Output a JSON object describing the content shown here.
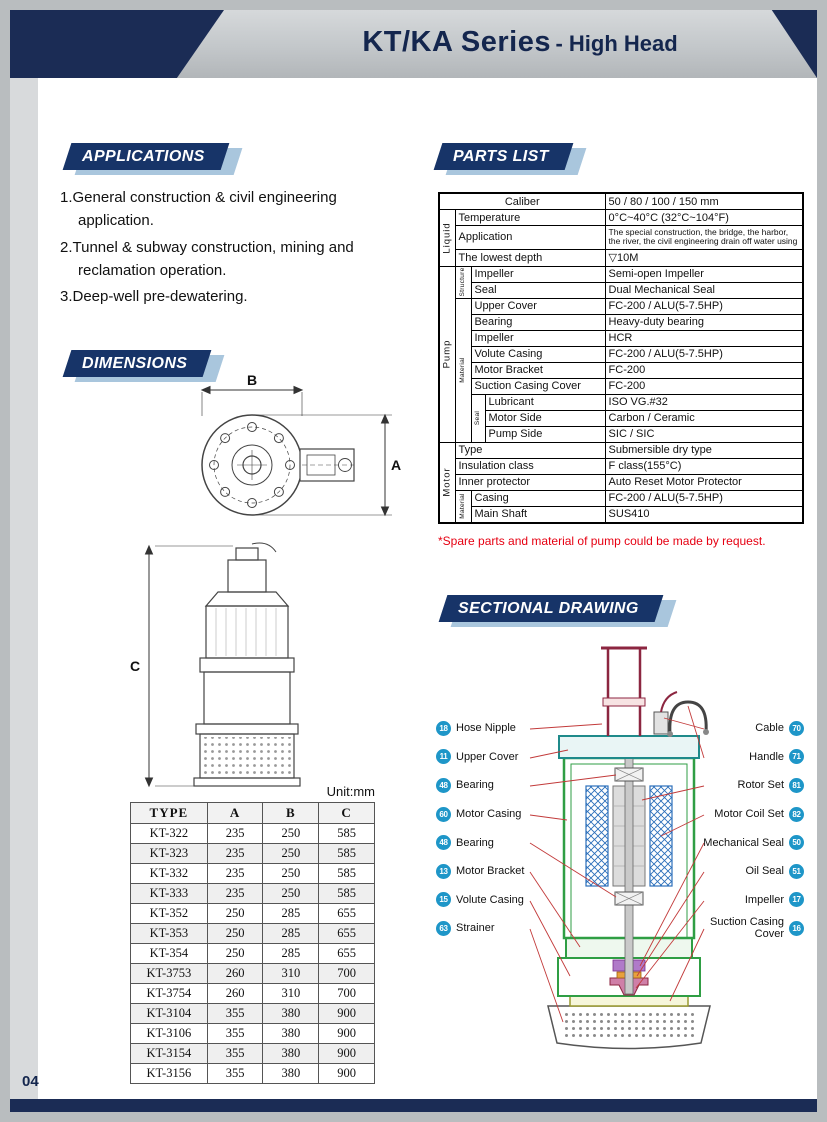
{
  "colors": {
    "navy": "#1b2c55",
    "title-navy": "#14264e",
    "banner-navy": "#173468",
    "banner-shadow": "#a9c6dd",
    "note-red": "#e60012",
    "badge-blue": "#1e96c8",
    "leader-red": "#c23a3a"
  },
  "header": {
    "title_main": "KT/KA Series",
    "title_sub": "- High Head"
  },
  "footer": {
    "page_number": "04"
  },
  "applications": {
    "heading": "APPLICATIONS",
    "items": [
      "1.General construction & civil engineering application.",
      "2.Tunnel & subway construction, mining and reclamation operation.",
      "3.Deep-well pre-dewatering."
    ]
  },
  "parts": {
    "heading": "PARTS LIST",
    "note": "*Spare parts and material of pump could be made by request.",
    "caliber": {
      "label": "Caliber",
      "value": "50 / 80 / 100 / 150 mm"
    },
    "liquid": {
      "group": "Liquid",
      "temperature": {
        "label": "Temperature",
        "value": "0°C~40°C (32°C~104°F)"
      },
      "application": {
        "label": "Application",
        "value": "The special construction, the bridge, the harbor, the river, the civil engineering drain off water using"
      },
      "lowest_depth": {
        "label": "The lowest depth",
        "value": "▽10M"
      }
    },
    "pump": {
      "group": "Pump",
      "structure": {
        "group": "Structure",
        "impeller": {
          "label": "Impeller",
          "value": "Semi-open Impeller"
        },
        "seal": {
          "label": "Seal",
          "value": "Dual Mechanical Seal"
        }
      },
      "material": {
        "group": "Material",
        "upper_cover": {
          "label": "Upper Cover",
          "value": "FC-200 / ALU(5-7.5HP)"
        },
        "bearing": {
          "label": "Bearing",
          "value": "Heavy-duty bearing"
        },
        "impeller": {
          "label": "Impeller",
          "value": "HCR"
        },
        "volute_casing": {
          "label": "Volute Casing",
          "value": "FC-200 / ALU(5-7.5HP)"
        },
        "motor_bracket": {
          "label": "Motor Bracket",
          "value": "FC-200"
        },
        "suction_casing_cover": {
          "label": "Suction Casing Cover",
          "value": "FC-200"
        },
        "seal": {
          "group": "Seal",
          "lubricant": {
            "label": "Lubricant",
            "value": "ISO VG.#32"
          },
          "motor_side": {
            "label": "Motor Side",
            "value": "Carbon / Ceramic"
          },
          "pump_side": {
            "label": "Pump Side",
            "value": "SIC / SIC"
          }
        }
      }
    },
    "motor": {
      "group": "Motor",
      "type": {
        "label": "Type",
        "value": "Submersible dry type"
      },
      "insulation": {
        "label": "Insulation class",
        "value": "F class(155°C)"
      },
      "protector": {
        "label": "Inner protector",
        "value": "Auto Reset Motor Protector"
      },
      "material": {
        "group": "Material",
        "casing": {
          "label": "Casing",
          "value": "FC-200 / ALU(5-7.5HP)"
        },
        "main_shaft": {
          "label": "Main Shaft",
          "value": "SUS410"
        }
      }
    }
  },
  "dimensions": {
    "heading": "DIMENSIONS",
    "unit": "Unit:mm",
    "labels": {
      "a": "A",
      "b": "B",
      "c": "C"
    },
    "table": {
      "headers": [
        "TYPE",
        "A",
        "B",
        "C"
      ],
      "rows": [
        [
          "KT-322",
          "235",
          "250",
          "585"
        ],
        [
          "KT-323",
          "235",
          "250",
          "585"
        ],
        [
          "KT-332",
          "235",
          "250",
          "585"
        ],
        [
          "KT-333",
          "235",
          "250",
          "585"
        ],
        [
          "KT-352",
          "250",
          "285",
          "655"
        ],
        [
          "KT-353",
          "250",
          "285",
          "655"
        ],
        [
          "KT-354",
          "250",
          "285",
          "655"
        ],
        [
          "KT-3753",
          "260",
          "310",
          "700"
        ],
        [
          "KT-3754",
          "260",
          "310",
          "700"
        ],
        [
          "KT-3104",
          "355",
          "380",
          "900"
        ],
        [
          "KT-3106",
          "355",
          "380",
          "900"
        ],
        [
          "KT-3154",
          "355",
          "380",
          "900"
        ],
        [
          "KT-3156",
          "355",
          "380",
          "900"
        ]
      ]
    }
  },
  "sectional": {
    "heading": "SECTIONAL DRAWING",
    "callouts_left": [
      {
        "num": "18",
        "label": "Hose Nipple"
      },
      {
        "num": "11",
        "label": "Upper Cover"
      },
      {
        "num": "48",
        "label": "Bearing"
      },
      {
        "num": "60",
        "label": "Motor Casing"
      },
      {
        "num": "48",
        "label": "Bearing"
      },
      {
        "num": "13",
        "label": "Motor Bracket"
      },
      {
        "num": "15",
        "label": "Volute Casing"
      },
      {
        "num": "63",
        "label": "Strainer"
      }
    ],
    "callouts_right": [
      {
        "num": "70",
        "label": "Cable"
      },
      {
        "num": "71",
        "label": "Handle"
      },
      {
        "num": "81",
        "label": "Rotor Set"
      },
      {
        "num": "82",
        "label": "Motor Coil Set"
      },
      {
        "num": "50",
        "label": "Mechanical Seal"
      },
      {
        "num": "51",
        "label": "Oil Seal"
      },
      {
        "num": "17",
        "label": "Impeller"
      },
      {
        "num": "16",
        "label": "Suction Casing Cover"
      }
    ]
  }
}
